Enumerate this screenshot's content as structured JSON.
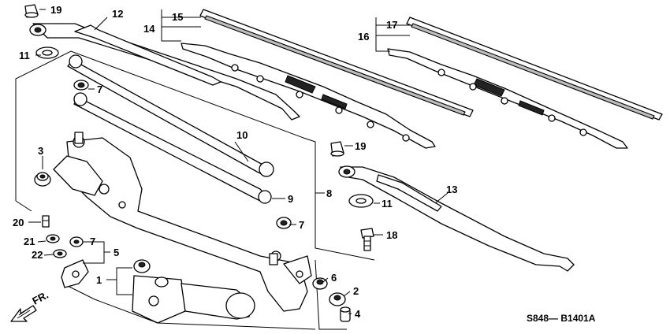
{
  "callouts": [
    "1",
    "2",
    "3",
    "4",
    "5",
    "6",
    "7",
    "8",
    "9",
    "10",
    "11",
    "12",
    "13",
    "14",
    "15",
    "16",
    "17",
    "18",
    "19",
    "20",
    "21",
    "22"
  ],
  "direction_label": "FR.",
  "diagram_code": "S848— B1401A"
}
